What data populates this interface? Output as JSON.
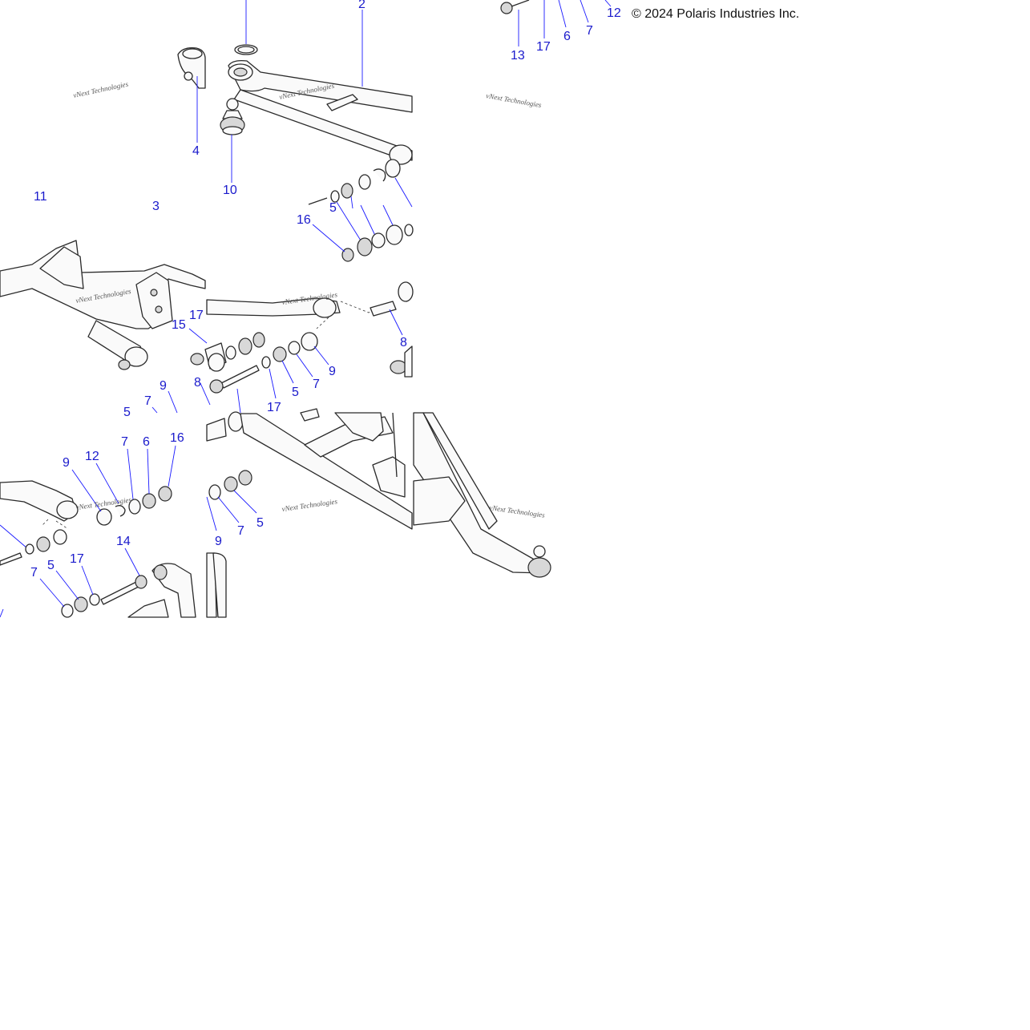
{
  "copyright": "© 2024 Polaris Industries Inc.",
  "watermark_text": "vNext Technologies",
  "callouts": [
    {
      "label": "2"
    },
    {
      "label": "13"
    },
    {
      "label": "17"
    },
    {
      "label": "6"
    },
    {
      "label": "7"
    },
    {
      "label": "12"
    },
    {
      "label": "4"
    },
    {
      "label": "10"
    },
    {
      "label": "11"
    },
    {
      "label": "3"
    },
    {
      "label": "5"
    },
    {
      "label": "16"
    },
    {
      "label": "15"
    },
    {
      "label": "17"
    },
    {
      "label": "8"
    },
    {
      "label": "9"
    },
    {
      "label": "7"
    },
    {
      "label": "5"
    },
    {
      "label": "17"
    },
    {
      "label": "8"
    },
    {
      "label": "9"
    },
    {
      "label": "7"
    },
    {
      "label": "5"
    },
    {
      "label": "9"
    },
    {
      "label": "12"
    },
    {
      "label": "7"
    },
    {
      "label": "6"
    },
    {
      "label": "16"
    },
    {
      "label": "14"
    },
    {
      "label": "7"
    },
    {
      "label": "5"
    },
    {
      "label": "17"
    },
    {
      "label": "9"
    },
    {
      "label": "7"
    },
    {
      "label": "5"
    }
  ],
  "colors": {
    "callout": "#1a1acc",
    "leader": "#1a1aff",
    "linework": "#2a2a2a"
  }
}
